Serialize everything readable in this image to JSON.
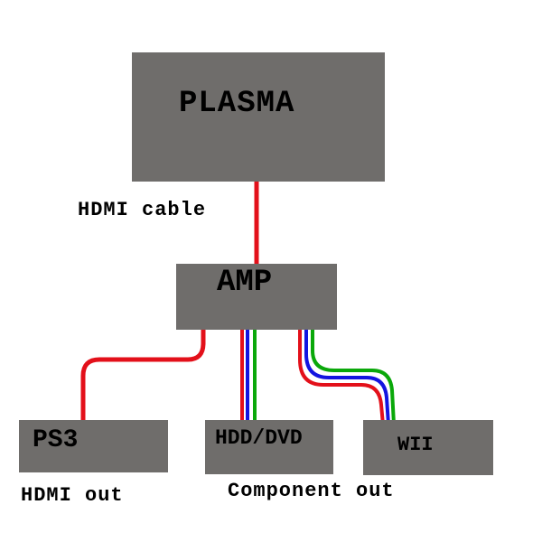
{
  "boxes": {
    "plasma": "PLASMA",
    "amp": "AMP",
    "ps3": "PS3",
    "hdd_dvd": "HDD/DVD",
    "wii": "WII"
  },
  "captions": {
    "hdmi_cable": "HDMI cable",
    "hdmi_out": "HDMI out",
    "component_out": "Component out"
  },
  "colors": {
    "box_fill": "#6f6d6b",
    "wire_red": "#e3101a",
    "wire_blue": "#1414e0",
    "wire_green": "#0aa80a",
    "text": "#000000",
    "background": "#ffffff"
  }
}
